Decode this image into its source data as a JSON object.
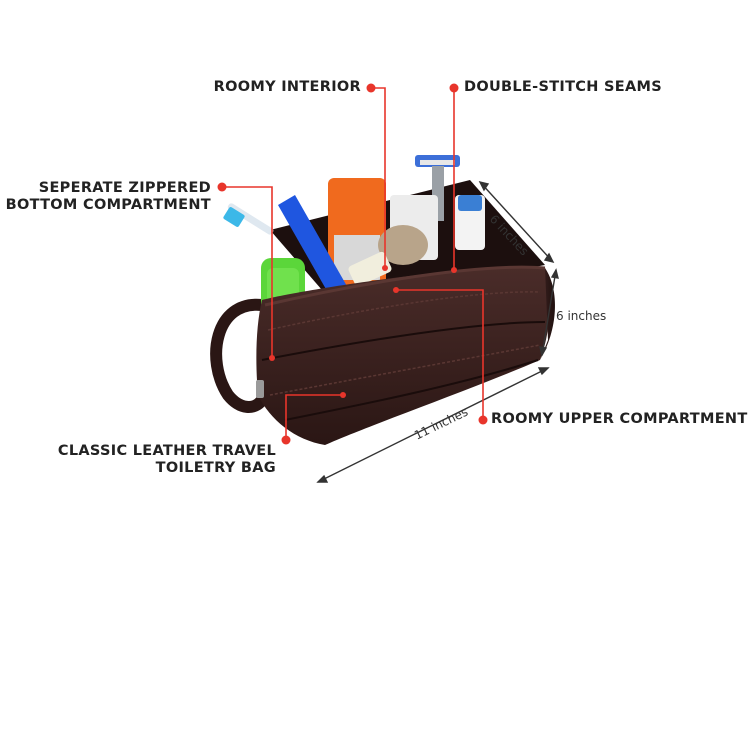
{
  "callouts": {
    "roomy_interior": "ROOMY INTERIOR",
    "double_stitch": "DOUBLE-STITCH SEAMS",
    "bottom_compartment": [
      "SEPERATE ZIPPERED",
      "BOTTOM COMPARTMENT"
    ],
    "upper_compartment": "ROOMY UPPER COMPARTMENT",
    "travel_bag": [
      "CLASSIC LEATHER TRAVEL",
      "TOILETRY BAG"
    ]
  },
  "dimensions": {
    "depth": "6 inches",
    "height": "6 inches",
    "width": "11 inches"
  },
  "colors": {
    "callout_dot": "#e8352b",
    "callout_line": "#e8352b",
    "bag": "#3a2220",
    "text": "#222222"
  }
}
